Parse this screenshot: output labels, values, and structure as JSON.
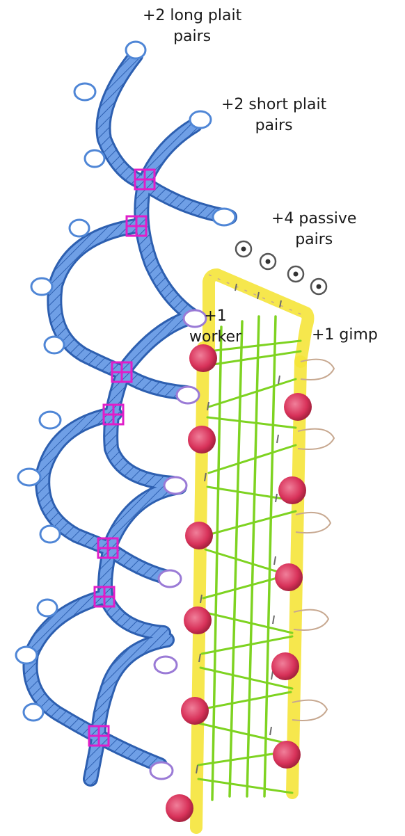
{
  "labels": {
    "long_plait": {
      "line1": "+2 long plait",
      "line2": "pairs"
    },
    "short_plait": {
      "line1": "+2 short plait",
      "line2": "pairs"
    },
    "passive": {
      "line1": "+4 passive",
      "line2": "pairs"
    },
    "worker": {
      "line1": "+1",
      "line2": "worker"
    },
    "gimp": {
      "line1": "+1 gimp"
    }
  },
  "colors": {
    "plait_braid": "#5b8fdc",
    "plait_hatch": "#2d5fb0",
    "crossing": "#e01ec8",
    "footside": "#f5e43a",
    "passives": "#7ed321",
    "pin_bead": "#d8325a",
    "bobbin": "#5b8fdc",
    "picot_loop": "#9a7ad6",
    "gimp_thread": "#c7a890",
    "pin_marker": "#555555"
  },
  "icons": {
    "pin_marker": "circled-dot-icon",
    "bobbin": "bobbin-icon",
    "bead": "pin-bead-icon"
  }
}
